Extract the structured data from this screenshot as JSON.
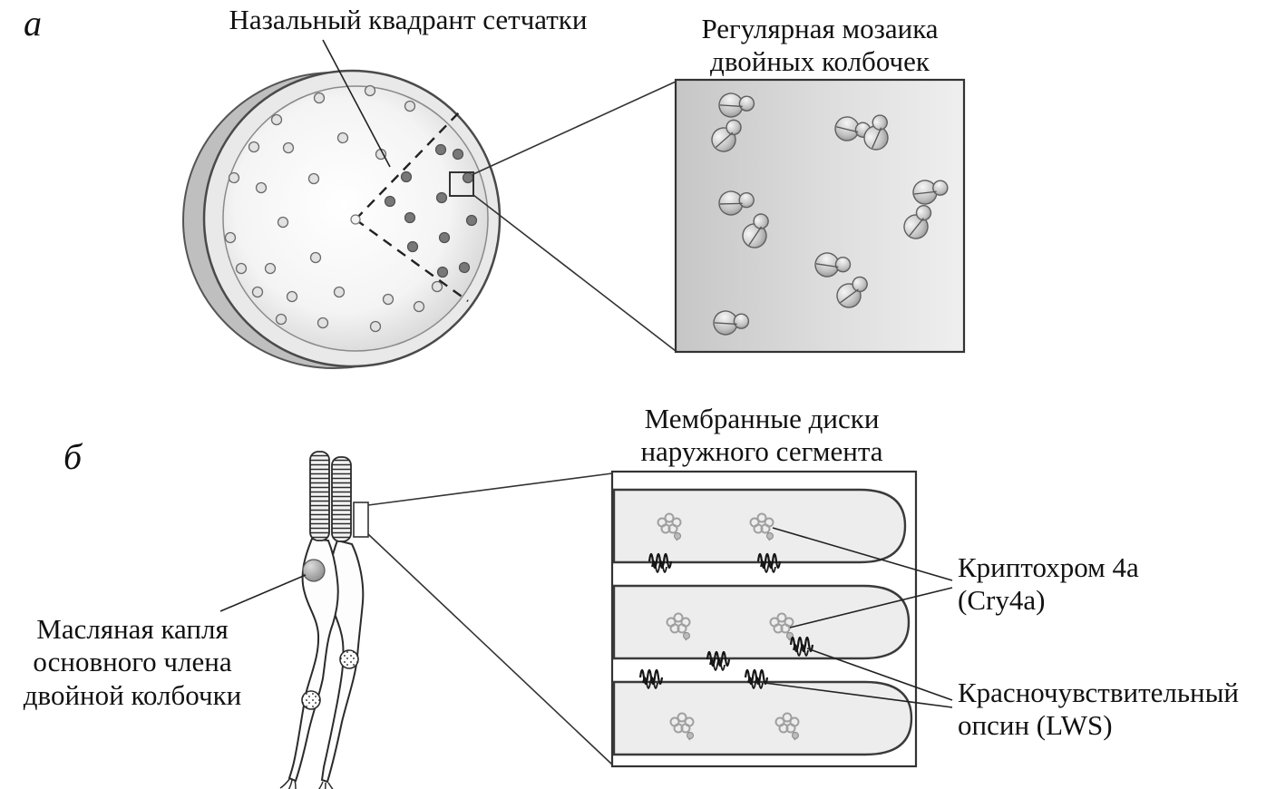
{
  "figure": {
    "panel_a": {
      "letter": "а",
      "nasal_quadrant_label": "Назальный квадрант сетчатки",
      "mosaic_title": "Регулярная мозаика\nдвойных колбочек"
    },
    "panel_b": {
      "letter": "б",
      "discs_title": "Мембранные диски\nнаружного сегмента",
      "oil_droplet_label": "Масляная капля\nосновного члена\nдвойной колбочки",
      "cryptochrome_label": "Криптохром 4a\n(Cry4a)",
      "opsin_label": "Красночувствительный\nопсин (LWS)"
    },
    "colors": {
      "ink": "#1a1a1a",
      "disc_fill": "#ededed",
      "dark_cone_dot": "#787878",
      "light_cone_dot": "#e2e2e2"
    }
  }
}
